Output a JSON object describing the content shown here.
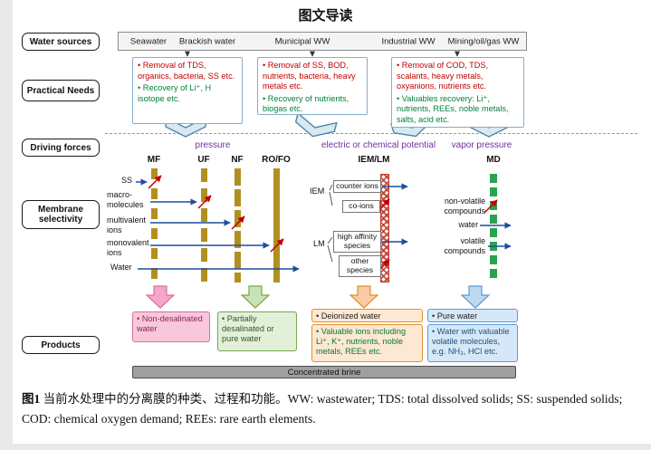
{
  "title": "图文导读",
  "sidebar": {
    "water_sources": "Water sources",
    "practical_needs": "Practical Needs",
    "driving_forces": "Driving forces",
    "membrane_selectivity": "Membrane selectivity",
    "products": "Products"
  },
  "water_sources": [
    "Seawater",
    "Brackish water",
    "Municipal WW",
    "Industrial WW",
    "Mining/oil/gas WW"
  ],
  "practical_needs": [
    {
      "removal": "• Removal of TDS, organics, bacteria, SS etc.",
      "recovery": "• Recovery of Li⁺, H isotope etc."
    },
    {
      "removal": "• Removal of SS, BOD, nutrients, bacteria, heavy metals etc.",
      "recovery": "• Recovery of nutrients, biogas etc."
    },
    {
      "removal": "• Removal of COD, TDS, scalants, heavy metals, oxyanions, nutrients etc.",
      "recovery": "• Valuables recovery: Li⁺, nutrients, REEs, noble metals, salts, acid etc."
    }
  ],
  "driving_forces": [
    "pressure",
    "electric or chemical potential",
    "vapor pressure"
  ],
  "membranes": [
    "MF",
    "UF",
    "NF",
    "RO/FO",
    "IEM/LM",
    "MD"
  ],
  "feed_labels": [
    "SS",
    "macro-molecules",
    "multivalent ions",
    "monovalent ions",
    "Water"
  ],
  "iem_lm": {
    "iem": "IEM",
    "lm": "LM",
    "counter_ions": "counter ions",
    "co_ions": "co-ions",
    "high_affinity": "high affinity species",
    "other_species": "other species"
  },
  "md_labels": {
    "non_volatile": "non-volatile compounds",
    "water": "water",
    "volatile": "volatile compounds"
  },
  "products": [
    {
      "text": "• Non-desalinated water"
    },
    {
      "text": "• Partially desalinated or pure water"
    },
    {
      "text": "• Deionized water"
    },
    {
      "text": "• Valuable ions including Li⁺, K⁺, nutrients, noble metals, REEs etc."
    },
    {
      "text": "• Pure water"
    },
    {
      "text": "• Water with valuable volatile molecules, e.g. NH₃, HCl etc."
    }
  ],
  "concentrated_brine": "Concentrated brine",
  "caption": {
    "fig_label": "图1",
    "text": " 当前水处理中的分离膜的种类、过程和功能。WW: wastewater; TDS: total dissolved solids; SS: suspended solids; COD: chemical oxygen demand; REEs: rare earth elements."
  },
  "colors": {
    "removal_text": "#c00000",
    "recovery_text": "#00823b",
    "driving_force_text": "#7030a0",
    "membrane_gold": "#b2901f",
    "membrane_red_hatch": "#c0392b",
    "membrane_green": "#2aa34f",
    "arrow_blue": "#1f4e9c",
    "arrow_red": "#c00000",
    "chevron_fill": "#d8e9f1",
    "product_pink": "#f9c7dc",
    "product_green": "#e2efd9",
    "product_orange": "#fde8d2",
    "product_blue": "#d6e8f8",
    "brine_gray": "#a0a0a0"
  }
}
